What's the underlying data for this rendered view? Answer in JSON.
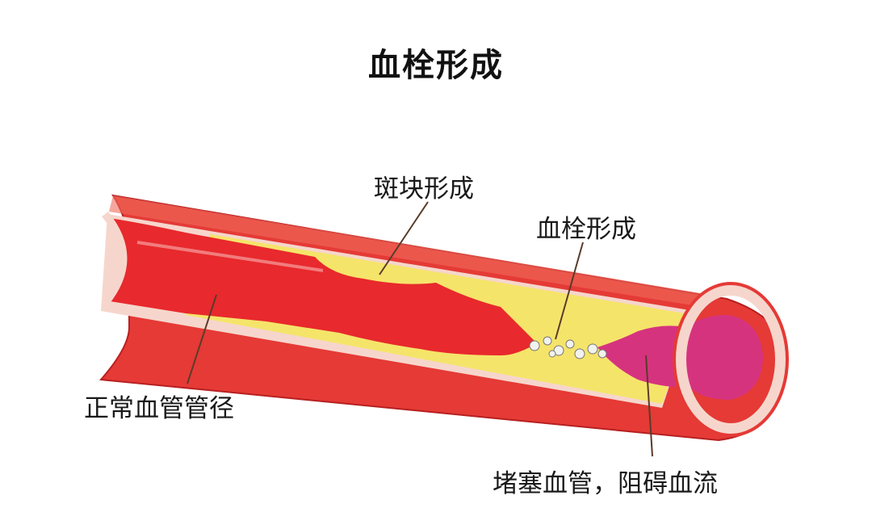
{
  "title": "血栓形成",
  "labels": {
    "plaque": "斑块形成",
    "thrombus": "血栓形成",
    "normal": "正常血管管径",
    "blocked": "堵塞血管，阻碍血流"
  },
  "colors": {
    "wall": "#e53a36",
    "intima": "#f6d6cc",
    "plaque": "#f5e46a",
    "lumen": "#e8292d",
    "clot": "#d6337f",
    "leader": "#5a3b2a"
  }
}
